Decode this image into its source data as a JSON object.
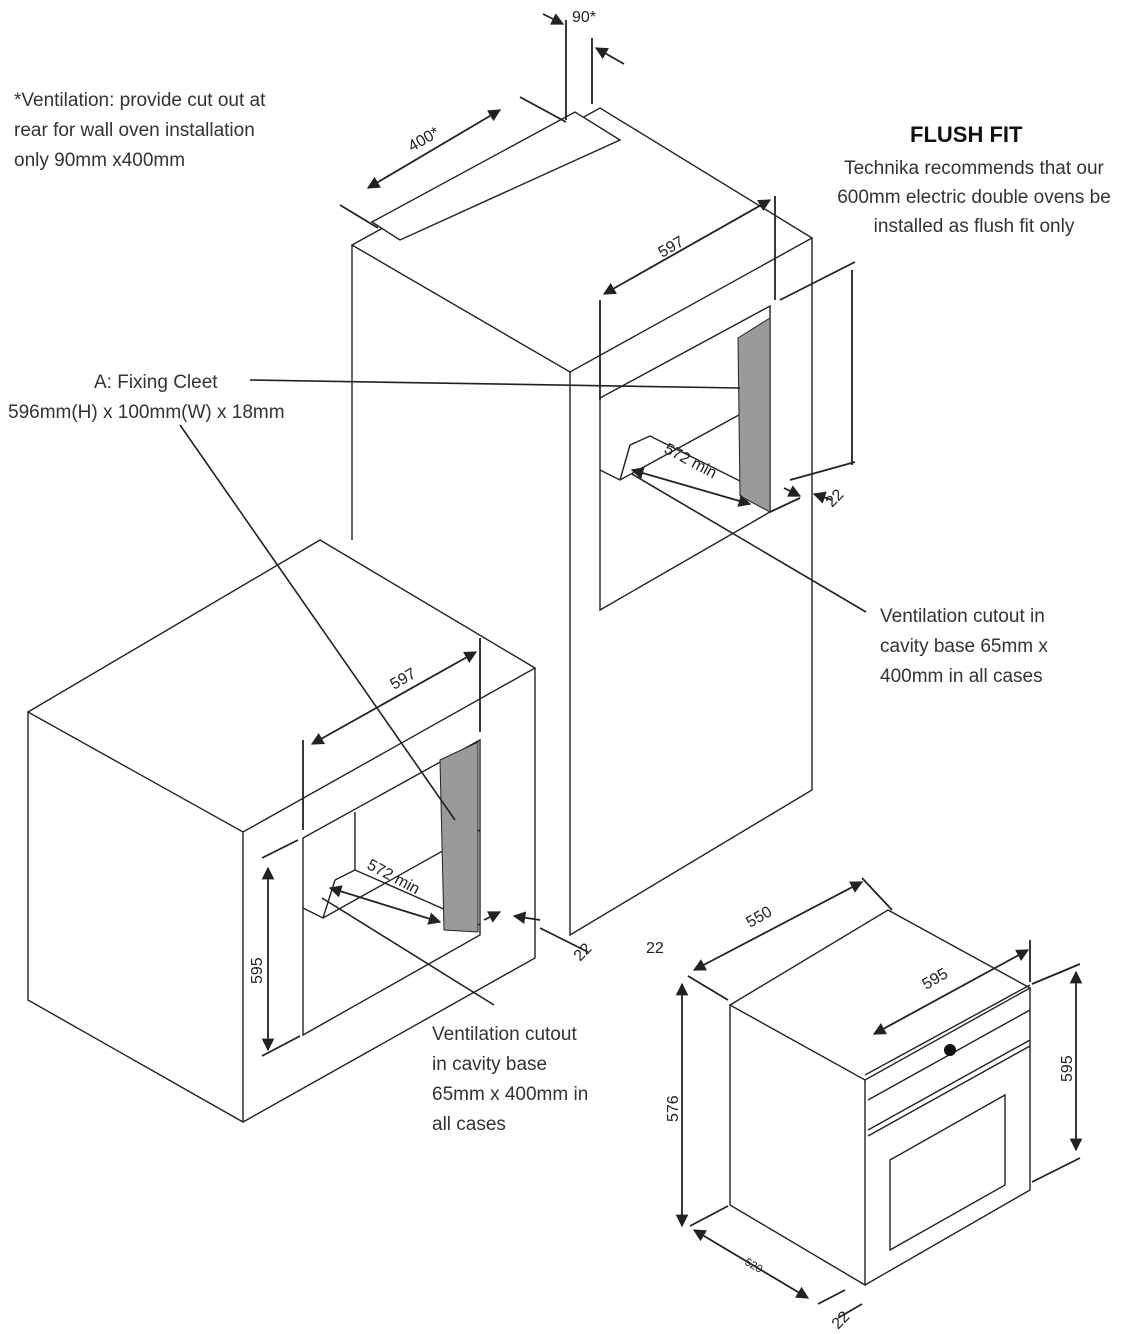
{
  "colors": {
    "line": "#222222",
    "cleat": "#9a9a9a",
    "text": "#333333"
  },
  "notes": {
    "ventilation_rear": [
      "*Ventilation: provide cut out at",
      "rear for wall oven installation",
      "only 90mm x400mm"
    ],
    "fixing_cleat": [
      "A: Fixing Cleet",
      "596mm(H) x 100mm(W) x 18mm"
    ],
    "ventilation_tall": [
      "Ventilation cutout in",
      "cavity base 65mm x",
      "400mm in all cases"
    ],
    "ventilation_base": [
      "Ventilation cutout",
      "in cavity base",
      "65mm x 400mm in",
      "all cases"
    ]
  },
  "flush_fit": {
    "title": "FLUSH FIT",
    "body": "Technika recommends that our 600mm electric double ovens be installed as flush fit only"
  },
  "dimensions": {
    "vent_depth": "90*",
    "vent_width": "400*",
    "tall_width": "597",
    "tall_depth": "572 min",
    "tall_side": "22",
    "base_width": "597",
    "base_depth": "572 min",
    "base_height": "595",
    "base_side": "22",
    "gap": "22",
    "oven_depth": "550",
    "oven_front_width": "595",
    "oven_height": "595",
    "oven_body_height": "576",
    "oven_base_depth": "520",
    "oven_door": "22"
  }
}
